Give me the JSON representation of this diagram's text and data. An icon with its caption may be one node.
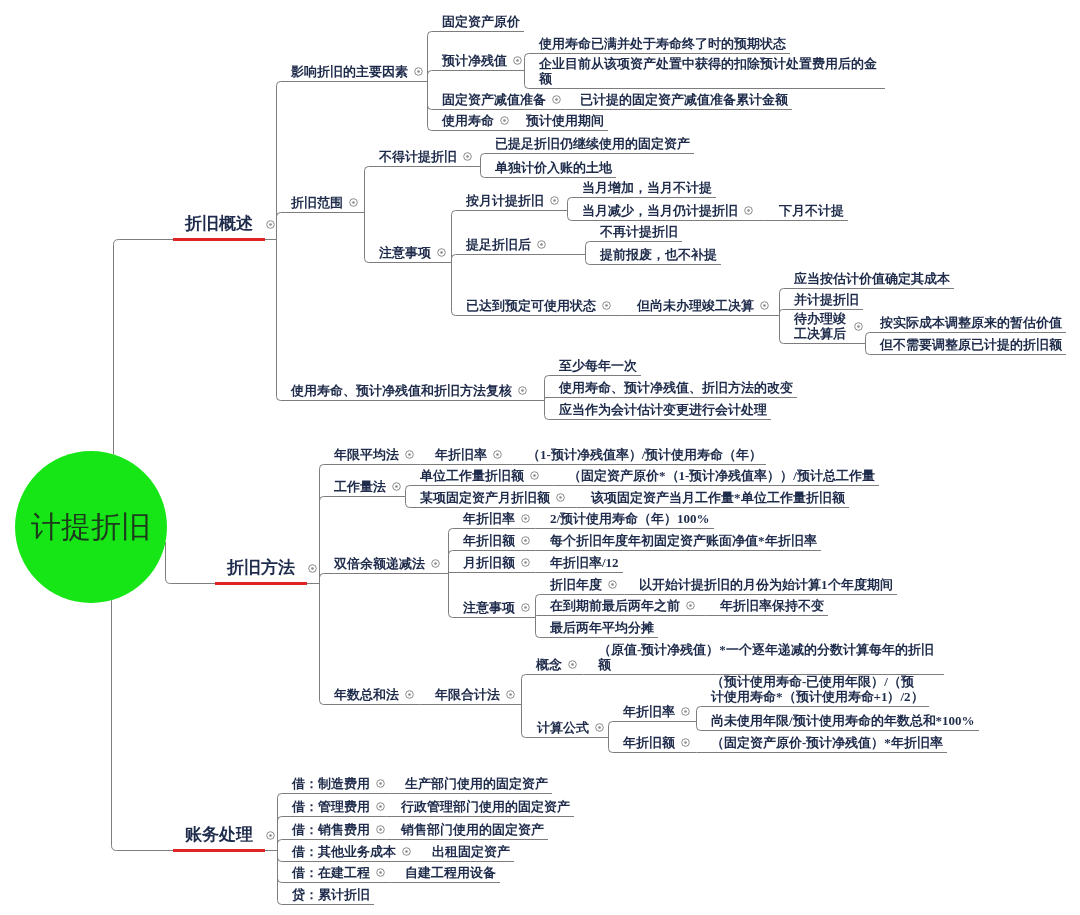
{
  "diagram": {
    "nodes": [
      {
        "text": [
          "计提折旧"
        ]
      },
      {
        "text": [
          "折旧概述"
        ]
      },
      {
        "text": [
          "折旧方法"
        ]
      },
      {
        "text": [
          "账务处理"
        ]
      },
      {
        "text": [
          "影响折旧的主要因素"
        ]
      },
      {
        "text": [
          "固定资产原价"
        ]
      },
      {
        "text": [
          "预计净残值"
        ]
      },
      {
        "text": [
          "使用寿命已满并处于寿命终了时的预期状态"
        ]
      },
      {
        "text": [
          "企业目前从该项资产处置中获得的扣除预计处置费用后的金额"
        ]
      },
      {
        "text": [
          "固定资产减值准备"
        ]
      },
      {
        "text": [
          "已计提的固定资产减值准备累计金额"
        ]
      },
      {
        "text": [
          "使用寿命"
        ]
      },
      {
        "text": [
          "预计使用期间"
        ]
      },
      {
        "text": [
          "折旧范围"
        ]
      },
      {
        "text": [
          "不得计提折旧"
        ]
      },
      {
        "text": [
          "已提足折旧仍继续使用的固定资产"
        ]
      },
      {
        "text": [
          "单独计价入账的土地"
        ]
      },
      {
        "text": [
          "注意事项"
        ]
      },
      {
        "text": [
          "按月计提折旧"
        ]
      },
      {
        "text": [
          "当月增加，当月不计提"
        ]
      },
      {
        "text": [
          "当月减少，当月仍计提折旧"
        ]
      },
      {
        "text": [
          "下月不计提"
        ]
      },
      {
        "text": [
          "提足折旧后"
        ]
      },
      {
        "text": [
          "不再计提折旧"
        ]
      },
      {
        "text": [
          "提前报废，也不补提"
        ]
      },
      {
        "text": [
          "已达到预定可使用状态"
        ]
      },
      {
        "text": [
          "但尚未办理竣工决算"
        ]
      },
      {
        "text": [
          "应当按估计价值确定其成本"
        ]
      },
      {
        "text": [
          "并计提折旧"
        ]
      },
      {
        "text": [
          "待办理竣工决算后"
        ]
      },
      {
        "text": [
          "按实际成本调整原来的暂估价值"
        ]
      },
      {
        "text": [
          "但不需要调整原已计提的折旧额"
        ]
      },
      {
        "text": [
          "使用寿命、预计净残值和折旧方法复核"
        ]
      },
      {
        "text": [
          "至少每年一次"
        ]
      },
      {
        "text": [
          "使用寿命、预计净残值、折旧方法的改变"
        ]
      },
      {
        "text": [
          "应当作为会计估计变更进行会计处理"
        ]
      },
      {
        "text": [
          "年限平均法"
        ]
      },
      {
        "text": [
          "年折旧率"
        ]
      },
      {
        "text": [
          "（1-预计净残值率）/预计使用寿命（年）"
        ]
      },
      {
        "text": [
          "工作量法"
        ]
      },
      {
        "text": [
          "单位工作量折旧额"
        ]
      },
      {
        "text": [
          "（固定资产原价*（1-预计净残值率））/预计总工作量"
        ]
      },
      {
        "text": [
          "某项固定资产月折旧额"
        ]
      },
      {
        "text": [
          "该项固定资产当月工作量*单位工作量折旧额"
        ]
      },
      {
        "text": [
          "双倍余额递减法"
        ]
      },
      {
        "text": [
          "年折旧率"
        ]
      },
      {
        "text": [
          "2/预计使用寿命（年）100%"
        ]
      },
      {
        "text": [
          "年折旧额"
        ]
      },
      {
        "text": [
          "每个折旧年度年初固定资产账面净值*年折旧率"
        ]
      },
      {
        "text": [
          "月折旧额"
        ]
      },
      {
        "text": [
          "年折旧率/12"
        ]
      },
      {
        "text": [
          "注意事项"
        ]
      },
      {
        "text": [
          "折旧年度"
        ]
      },
      {
        "text": [
          "以开始计提折旧的月份为始计算1个年度期间"
        ]
      },
      {
        "text": [
          "在到期前最后两年之前"
        ]
      },
      {
        "text": [
          "年折旧率保持不变"
        ]
      },
      {
        "text": [
          "最后两年平均分摊"
        ]
      },
      {
        "text": [
          "年数总和法"
        ]
      },
      {
        "text": [
          "年限合计法"
        ]
      },
      {
        "text": [
          "概念"
        ]
      },
      {
        "text": [
          "（原值-预计净残值）*一个逐年递减的分数计算每年的折旧额"
        ]
      },
      {
        "text": [
          "计算公式"
        ]
      },
      {
        "text": [
          "年折旧率"
        ]
      },
      {
        "text": [
          "（预计使用寿命-已使用年限）/（预计使用寿命*（预计使用寿命+1）/2）"
        ]
      },
      {
        "text": [
          "尚未使用年限/预计使用寿命的年数总和*100%"
        ]
      },
      {
        "text": [
          "年折旧额"
        ]
      },
      {
        "text": [
          "（固定资产原价-预计净残值）*年折旧率"
        ]
      },
      {
        "text": [
          "借：制造费用"
        ]
      },
      {
        "text": [
          "生产部门使用的固定资产"
        ]
      },
      {
        "text": [
          "借：管理费用"
        ]
      },
      {
        "text": [
          "行政管理部门使用的固定资产"
        ]
      },
      {
        "text": [
          "借：销售费用"
        ]
      },
      {
        "text": [
          "销售部门使用的固定资产"
        ]
      },
      {
        "text": [
          "借：其他业务成本"
        ]
      },
      {
        "text": [
          "出租固定资产"
        ]
      },
      {
        "text": [
          "借：在建工程"
        ]
      },
      {
        "text": [
          "自建工程用设备"
        ]
      },
      {
        "text": [
          "贷：累计折旧"
        ]
      }
    ],
    "edges": [
      {
        "from": 0,
        "to": 1,
        "arrow": "none"
      },
      {
        "from": 0,
        "to": 2,
        "arrow": "none"
      },
      {
        "from": 0,
        "to": 3,
        "arrow": "none"
      },
      {
        "from": 1,
        "to": 4,
        "arrow": "none"
      },
      {
        "from": 1,
        "to": 13,
        "arrow": "none"
      },
      {
        "from": 1,
        "to": 32,
        "arrow": "none"
      },
      {
        "from": 4,
        "to": 5,
        "arrow": "none"
      },
      {
        "from": 4,
        "to": 6,
        "arrow": "none"
      },
      {
        "from": 4,
        "to": 9,
        "arrow": "none"
      },
      {
        "from": 4,
        "to": 11,
        "arrow": "none"
      },
      {
        "from": 6,
        "to": 7,
        "arrow": "none"
      },
      {
        "from": 6,
        "to": 8,
        "arrow": "none"
      },
      {
        "from": 9,
        "to": 10,
        "arrow": "none"
      },
      {
        "from": 11,
        "to": 12,
        "arrow": "none"
      },
      {
        "from": 13,
        "to": 14,
        "arrow": "none"
      },
      {
        "from": 13,
        "to": 17,
        "arrow": "none"
      },
      {
        "from": 14,
        "to": 15,
        "arrow": "none"
      },
      {
        "from": 14,
        "to": 16,
        "arrow": "none"
      },
      {
        "from": 17,
        "to": 18,
        "arrow": "none"
      },
      {
        "from": 17,
        "to": 22,
        "arrow": "none"
      },
      {
        "from": 17,
        "to": 25,
        "arrow": "none"
      },
      {
        "from": 18,
        "to": 19,
        "arrow": "none"
      },
      {
        "from": 18,
        "to": 20,
        "arrow": "none"
      },
      {
        "from": 20,
        "to": 21,
        "arrow": "none"
      },
      {
        "from": 22,
        "to": 23,
        "arrow": "none"
      },
      {
        "from": 22,
        "to": 24,
        "arrow": "none"
      },
      {
        "from": 25,
        "to": 26,
        "arrow": "none"
      },
      {
        "from": 26,
        "to": 27,
        "arrow": "none"
      },
      {
        "from": 26,
        "to": 28,
        "arrow": "none"
      },
      {
        "from": 26,
        "to": 29,
        "arrow": "none"
      },
      {
        "from": 29,
        "to": 30,
        "arrow": "none"
      },
      {
        "from": 29,
        "to": 31,
        "arrow": "none"
      },
      {
        "from": 32,
        "to": 33,
        "arrow": "none"
      },
      {
        "from": 32,
        "to": 34,
        "arrow": "none"
      },
      {
        "from": 32,
        "to": 35,
        "arrow": "none"
      },
      {
        "from": 2,
        "to": 36,
        "arrow": "none"
      },
      {
        "from": 2,
        "to": 39,
        "arrow": "none"
      },
      {
        "from": 2,
        "to": 44,
        "arrow": "none"
      },
      {
        "from": 2,
        "to": 57,
        "arrow": "none"
      },
      {
        "from": 36,
        "to": 37,
        "arrow": "none"
      },
      {
        "from": 37,
        "to": 38,
        "arrow": "none"
      },
      {
        "from": 39,
        "to": 40,
        "arrow": "none"
      },
      {
        "from": 39,
        "to": 42,
        "arrow": "none"
      },
      {
        "from": 40,
        "to": 41,
        "arrow": "none"
      },
      {
        "from": 42,
        "to": 43,
        "arrow": "none"
      },
      {
        "from": 44,
        "to": 45,
        "arrow": "none"
      },
      {
        "from": 44,
        "to": 47,
        "arrow": "none"
      },
      {
        "from": 44,
        "to": 49,
        "arrow": "none"
      },
      {
        "from": 44,
        "to": 51,
        "arrow": "none"
      },
      {
        "from": 45,
        "to": 46,
        "arrow": "none"
      },
      {
        "from": 47,
        "to": 48,
        "arrow": "none"
      },
      {
        "from": 49,
        "to": 50,
        "arrow": "none"
      },
      {
        "from": 51,
        "to": 52,
        "arrow": "none"
      },
      {
        "from": 51,
        "to": 54,
        "arrow": "none"
      },
      {
        "from": 51,
        "to": 56,
        "arrow": "none"
      },
      {
        "from": 52,
        "to": 53,
        "arrow": "none"
      },
      {
        "from": 54,
        "to": 55,
        "arrow": "none"
      },
      {
        "from": 57,
        "to": 58,
        "arrow": "none"
      },
      {
        "from": 58,
        "to": 59,
        "arrow": "none"
      },
      {
        "from": 58,
        "to": 61,
        "arrow": "none"
      },
      {
        "from": 59,
        "to": 60,
        "arrow": "none"
      },
      {
        "from": 61,
        "to": 62,
        "arrow": "none"
      },
      {
        "from": 61,
        "to": 65,
        "arrow": "none"
      },
      {
        "from": 62,
        "to": 63,
        "arrow": "none"
      },
      {
        "from": 62,
        "to": 64,
        "arrow": "none"
      },
      {
        "from": 65,
        "to": 66,
        "arrow": "none"
      },
      {
        "from": 3,
        "to": 67,
        "arrow": "none"
      },
      {
        "from": 3,
        "to": 69,
        "arrow": "none"
      },
      {
        "from": 3,
        "to": 71,
        "arrow": "none"
      },
      {
        "from": 3,
        "to": 73,
        "arrow": "none"
      },
      {
        "from": 3,
        "to": 75,
        "arrow": "none"
      },
      {
        "from": 3,
        "to": 77,
        "arrow": "none"
      },
      {
        "from": 67,
        "to": 68,
        "arrow": "none"
      },
      {
        "from": 69,
        "to": 70,
        "arrow": "none"
      },
      {
        "from": 71,
        "to": 72,
        "arrow": "none"
      },
      {
        "from": 73,
        "to": 74,
        "arrow": "none"
      },
      {
        "from": 75,
        "to": 76,
        "arrow": "none"
      }
    ]
  }
}
